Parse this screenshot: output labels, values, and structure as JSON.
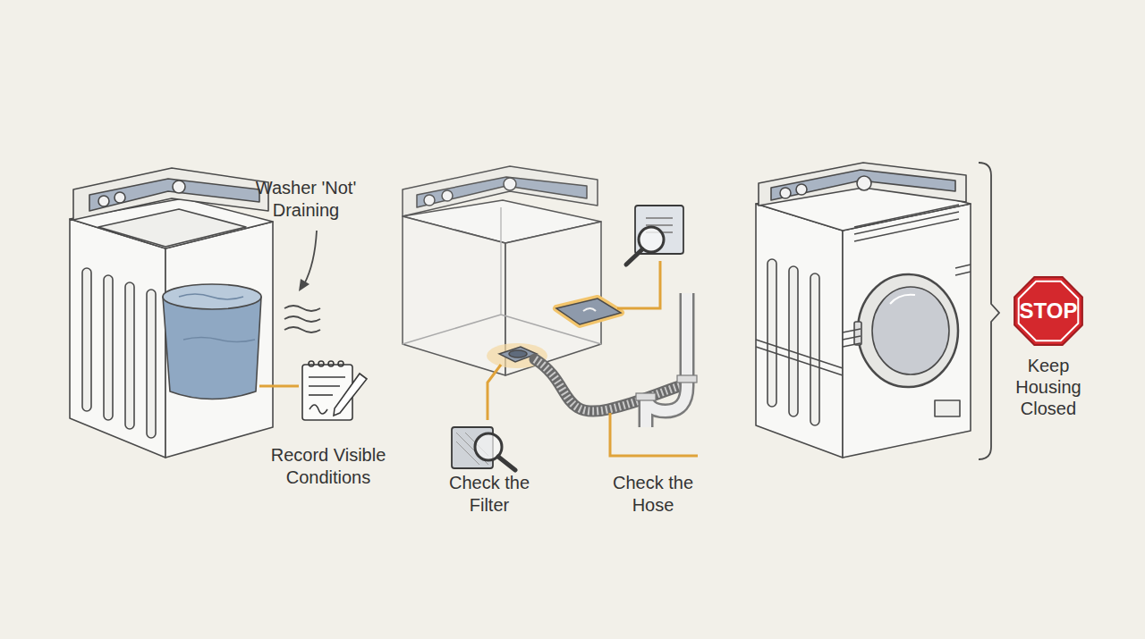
{
  "diagram": {
    "nodes": [
      {
        "text": [
          "STOP",
          "Keep Housing Closed"
        ]
      }
    ],
    "labels": [
      "Washer 'Not' Draining",
      "Record Visible Conditions",
      "Check the Filter",
      "Check the Hose"
    ]
  }
}
